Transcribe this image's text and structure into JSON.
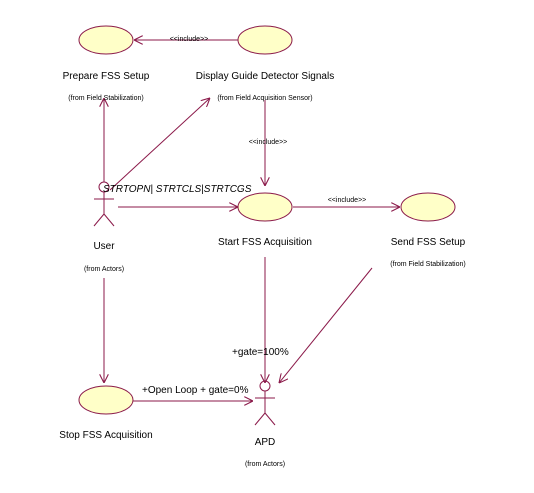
{
  "colors": {
    "edge": "#8b1a4a",
    "usecase_fill": "#ffffc8"
  },
  "usecases": {
    "prepare_fss_setup": {
      "name": "Prepare FSS Setup",
      "from": "(from Field Stabilization)"
    },
    "display_guide_detector_signals": {
      "name": "Display Guide Detector Signals",
      "from": "(from Field Acquisition Sensor)"
    },
    "start_fss_acquisition": {
      "name": "Start FSS Acquisition"
    },
    "send_fss_setup": {
      "name": "Send FSS Setup",
      "from": "(from Field Stabilization)"
    },
    "stop_fss_acquisition": {
      "name": "Stop FSS Acquisition"
    }
  },
  "actors": {
    "user": {
      "name": "User",
      "from": "(from Actors)",
      "icon": "stick-figure"
    },
    "apd": {
      "name": "APD",
      "from": "(from Actors)",
      "icon": "stick-figure"
    }
  },
  "edge_labels": {
    "include_top": "<<include>>",
    "include_middle": "<<include>>",
    "include_right": "<<include>>",
    "user_start": "STRTOPN| STRTCLS|STRTCGS",
    "gate_100": "+gate=100%",
    "open_loop": "+Open Loop + gate=0%"
  }
}
